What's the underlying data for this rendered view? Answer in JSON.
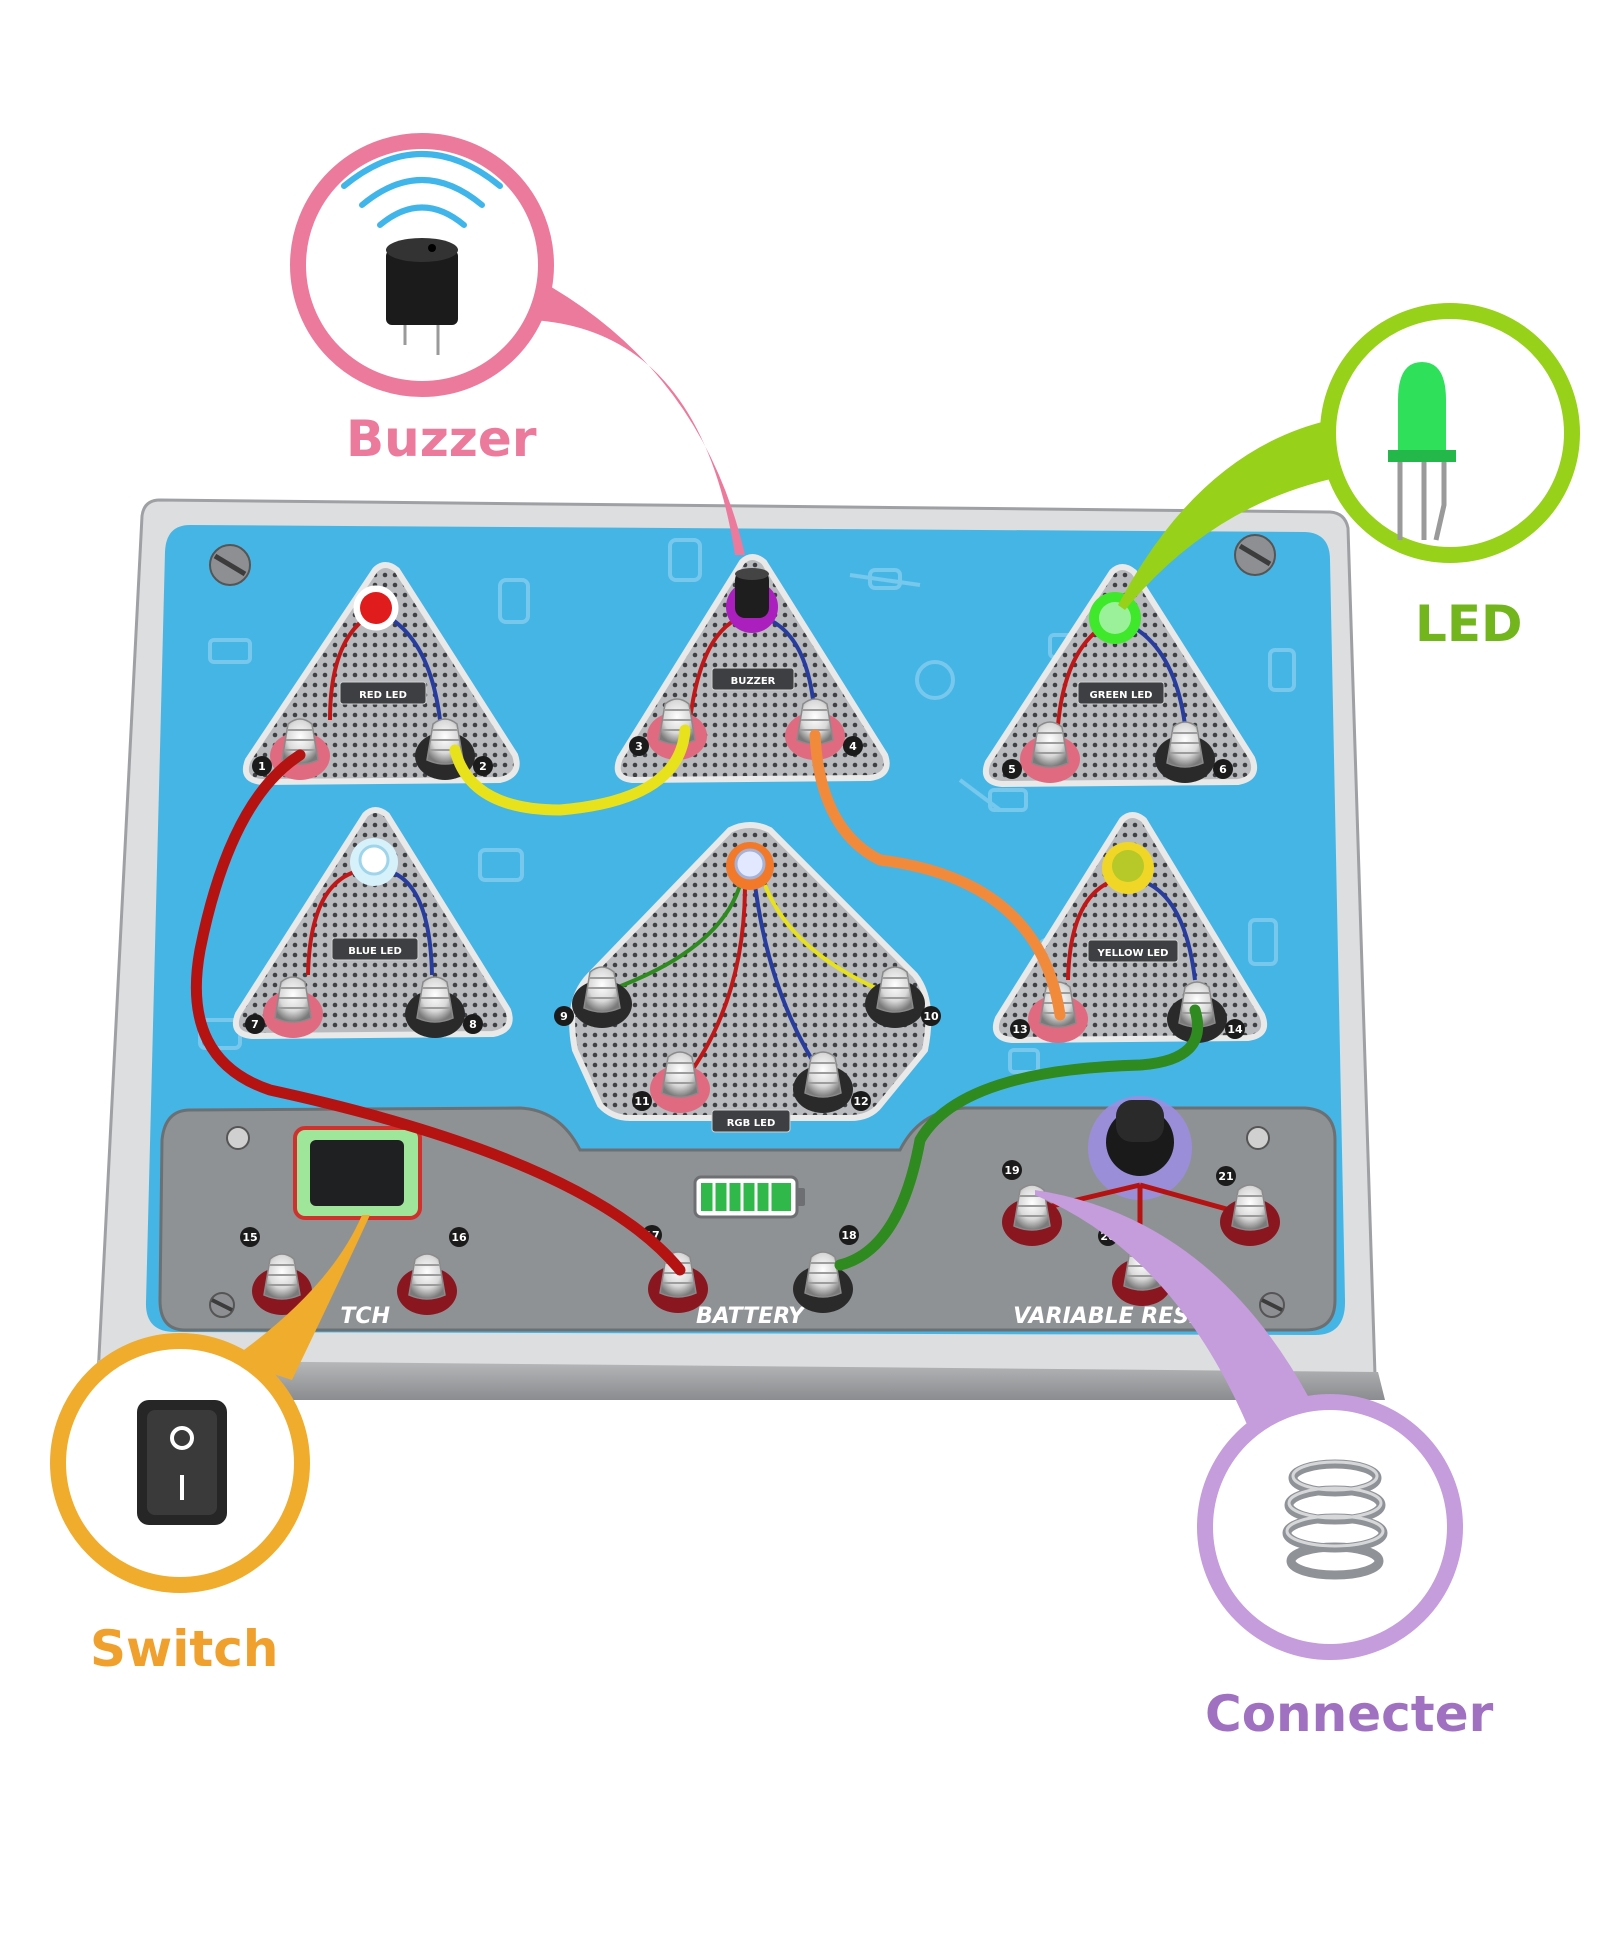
{
  "callouts": {
    "buzzer": {
      "label": "Buzzer",
      "color": "#ec7a9c"
    },
    "led": {
      "label": "LED",
      "color": "#97d11a"
    },
    "switch": {
      "label": "Switch",
      "color": "#f0ac2c"
    },
    "connecter": {
      "label": "Connecter",
      "color": "#a071c0"
    }
  },
  "board": {
    "background_color": "#45b5e5",
    "modules": {
      "red_led": "RED LED",
      "buzzer": "BUZZER",
      "green_led": "GREEN LED",
      "blue_led": "BLUE LED",
      "rgb_led": "RGB LED",
      "yellow_led": "YELLOW LED"
    },
    "bottom_labels": {
      "switch": "TCH",
      "battery": "BATTERY",
      "variable_resistor": "VARIABLE RESISTO"
    },
    "terminal_numbers": [
      "1",
      "2",
      "3",
      "4",
      "5",
      "6",
      "7",
      "8",
      "9",
      "10",
      "11",
      "12",
      "13",
      "14",
      "15",
      "16",
      "17",
      "18",
      "19",
      "20",
      "21"
    ],
    "wire_colors": {
      "red": "#b51212",
      "yellow": "#e8e21c",
      "orange": "#f28a3c",
      "green": "#2f8a1f"
    },
    "battery_level": 1.0
  }
}
